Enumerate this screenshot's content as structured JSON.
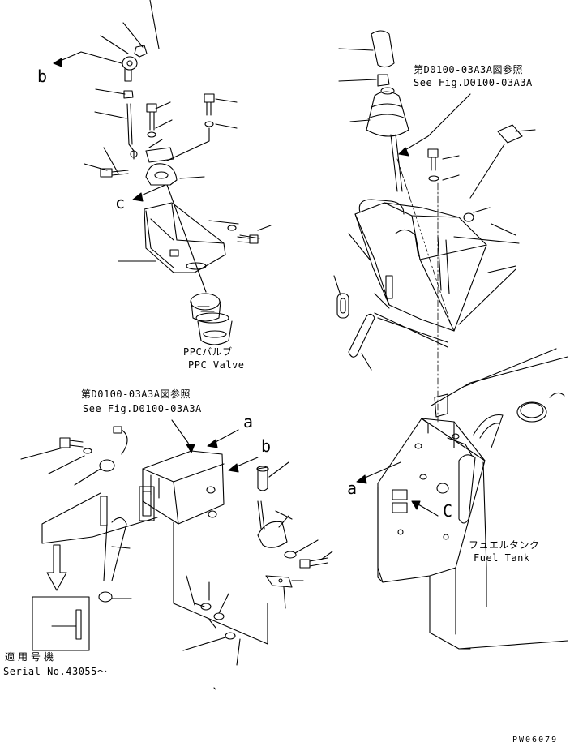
{
  "callouts": {
    "letter_b_top": "b",
    "letter_c_top": "c",
    "letter_a_mid": "a",
    "letter_b_mid": "b",
    "letter_a_right": "a",
    "letter_c_right": "C"
  },
  "references": {
    "top_right_jp": "第D0100-03A3A図参照",
    "top_right_en": "See Fig.D0100-03A3A",
    "mid_left_jp": "第D0100-03A3A図参照",
    "mid_left_en": "See Fig.D0100-03A3A"
  },
  "parts": {
    "ppc_valve_jp": "PPCバルブ",
    "ppc_valve_en": "PPC Valve",
    "fuel_tank_jp": "フュエルタンク",
    "fuel_tank_en": "Fuel Tank"
  },
  "serial": {
    "applicable_jp": "適用号機",
    "serial_no": "Serial No.43055～"
  },
  "drawing_code": "PW06079"
}
